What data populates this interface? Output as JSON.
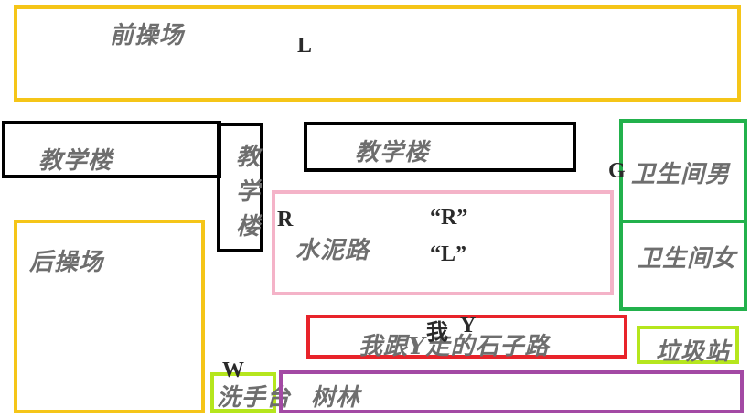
{
  "colors": {
    "yellow": "#f5c518",
    "black": "#000000",
    "pink": "#f4b3c8",
    "green": "#22b14c",
    "red": "#e8232a",
    "lime": "#b5e61d",
    "purple": "#a349a4"
  },
  "areas": {
    "front_playground": "前操场",
    "teaching_building_left": "教学楼",
    "teaching_building_vertical": [
      "教",
      "学",
      "楼"
    ],
    "teaching_building_middle": "教学楼",
    "cement_road": "水泥路",
    "restroom_male": "卫生间男",
    "restroom_female": "卫生间女",
    "back_playground": "后操场",
    "stone_road": "我跟Y走的石子路",
    "garbage_station": "垃圾站",
    "wash_basin": "洗手台",
    "grove": "树林"
  },
  "markers": {
    "L_top": "L",
    "G": "G",
    "R": "R",
    "R_quoted": "“R”",
    "L_quoted": "“L”",
    "me": "我",
    "Y": "Y",
    "W": "W"
  }
}
